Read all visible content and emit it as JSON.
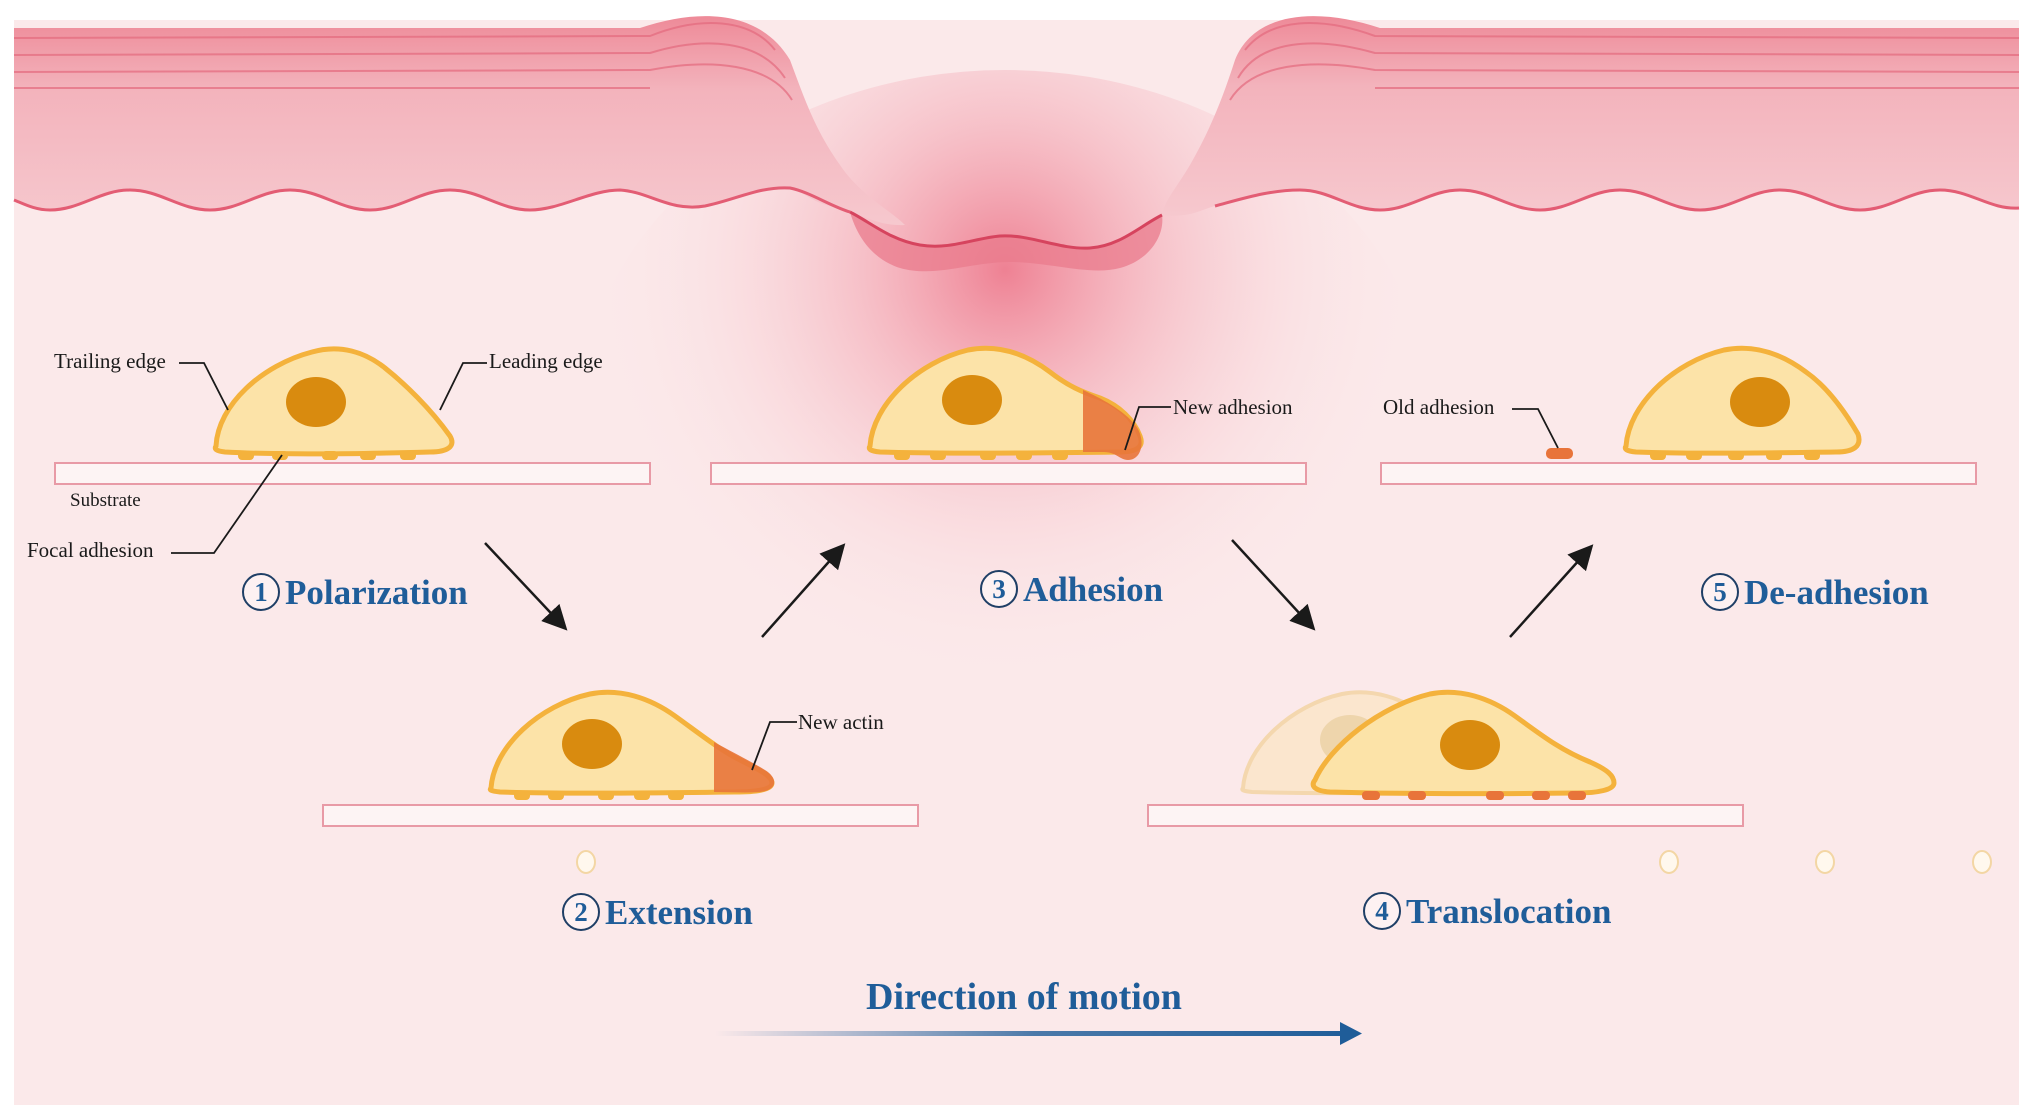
{
  "labels": {
    "trailing_edge": "Trailing edge",
    "leading_edge": "Leading edge",
    "substrate": "Substrate",
    "focal_adhesion": "Focal adhesion",
    "new_actin": "New actin",
    "new_adhesion": "New adhesion",
    "old_adhesion": "Old adhesion"
  },
  "steps": [
    {
      "num": "1",
      "name": "Polarization"
    },
    {
      "num": "2",
      "name": "Extension"
    },
    {
      "num": "3",
      "name": "Adhesion"
    },
    {
      "num": "4",
      "name": "Translocation"
    },
    {
      "num": "5",
      "name": "De-adhesion"
    }
  ],
  "direction_label": "Direction of motion",
  "colors": {
    "skin": "#f3b8c0",
    "skin_dark": "#e2566d",
    "tissue": "#fbe9ea",
    "wound_glow": "#f08a9a",
    "cell_fill": "#fce3a8",
    "cell_outline": "#f4b23c",
    "nucleus": "#d98b0f",
    "actin": "#e8743a",
    "accent_blue": "#1f5d99"
  }
}
